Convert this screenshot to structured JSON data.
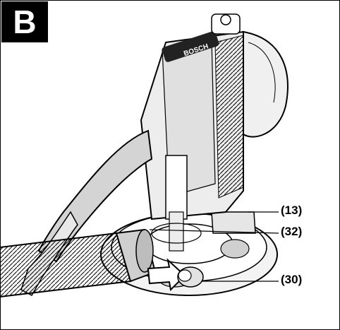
{
  "figure": {
    "badge_letter": "B",
    "brand_text": "BOSCH"
  },
  "callouts": [
    {
      "id": "c13",
      "label": "(13)"
    },
    {
      "id": "c32",
      "label": "(32)"
    },
    {
      "id": "c30",
      "label": "(30)"
    }
  ]
}
